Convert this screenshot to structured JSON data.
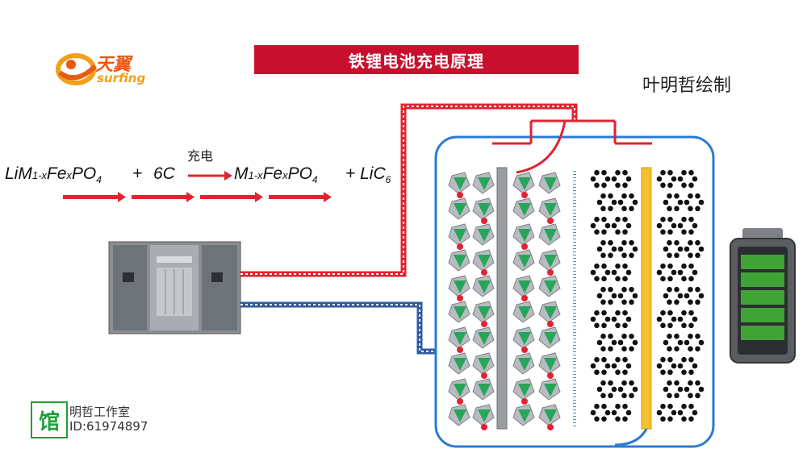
{
  "header": {
    "title": "铁锂电池充电原理",
    "author": "叶明哲绘制"
  },
  "logo": {
    "brand_cn": "天翼",
    "brand_en": "surfing"
  },
  "equation": {
    "charge_label": "充电",
    "reactant_1": "LiM",
    "reactant_1_sub": "1-x",
    "reactant_1_mid": "Fe",
    "reactant_1_sub2": "x",
    "reactant_1_tail": "PO",
    "reactant_1_sub3": "4",
    "plus_1": "+",
    "reactant_2": "6C",
    "product_1": "M",
    "product_1_sub": "1-x",
    "product_1_mid": "Fe",
    "product_1_sub2": "x",
    "product_1_tail": "PO",
    "product_1_sub3": "4",
    "plus_2": "+ LiC",
    "product_2_sub": "6"
  },
  "footer": {
    "badge": "馆",
    "studio": "明哲工作室",
    "id": "ID:61974897"
  },
  "colors": {
    "title_bg": "#c8102e",
    "positive_wire": "#e0242f",
    "negative_wire": "#2d5aa0",
    "cell_outline": "#2a7bd1",
    "cathode_green": "#27a55a",
    "graphite": "#111111",
    "collector": "#f2c12e"
  }
}
